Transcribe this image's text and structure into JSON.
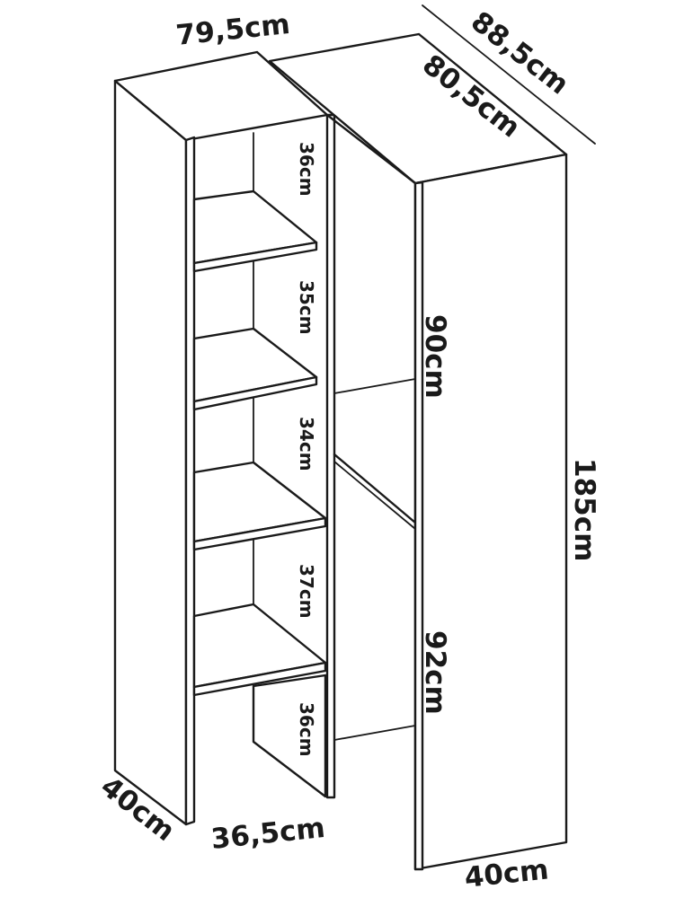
{
  "dimensions": {
    "top_width": "79,5cm",
    "outer_depth": "88,5cm",
    "inner_depth": "80,5cm",
    "total_height": "185cm",
    "upper_door_height": "90cm",
    "lower_door_height": "92cm",
    "left_depth": "40cm",
    "shelf_width": "36,5cm",
    "bottom_width": "40cm"
  },
  "shelf_heights": [
    "36cm",
    "35cm",
    "34cm",
    "37cm",
    "36cm"
  ],
  "colors": {
    "line": "#1a1a1a",
    "background": "#ffffff"
  }
}
